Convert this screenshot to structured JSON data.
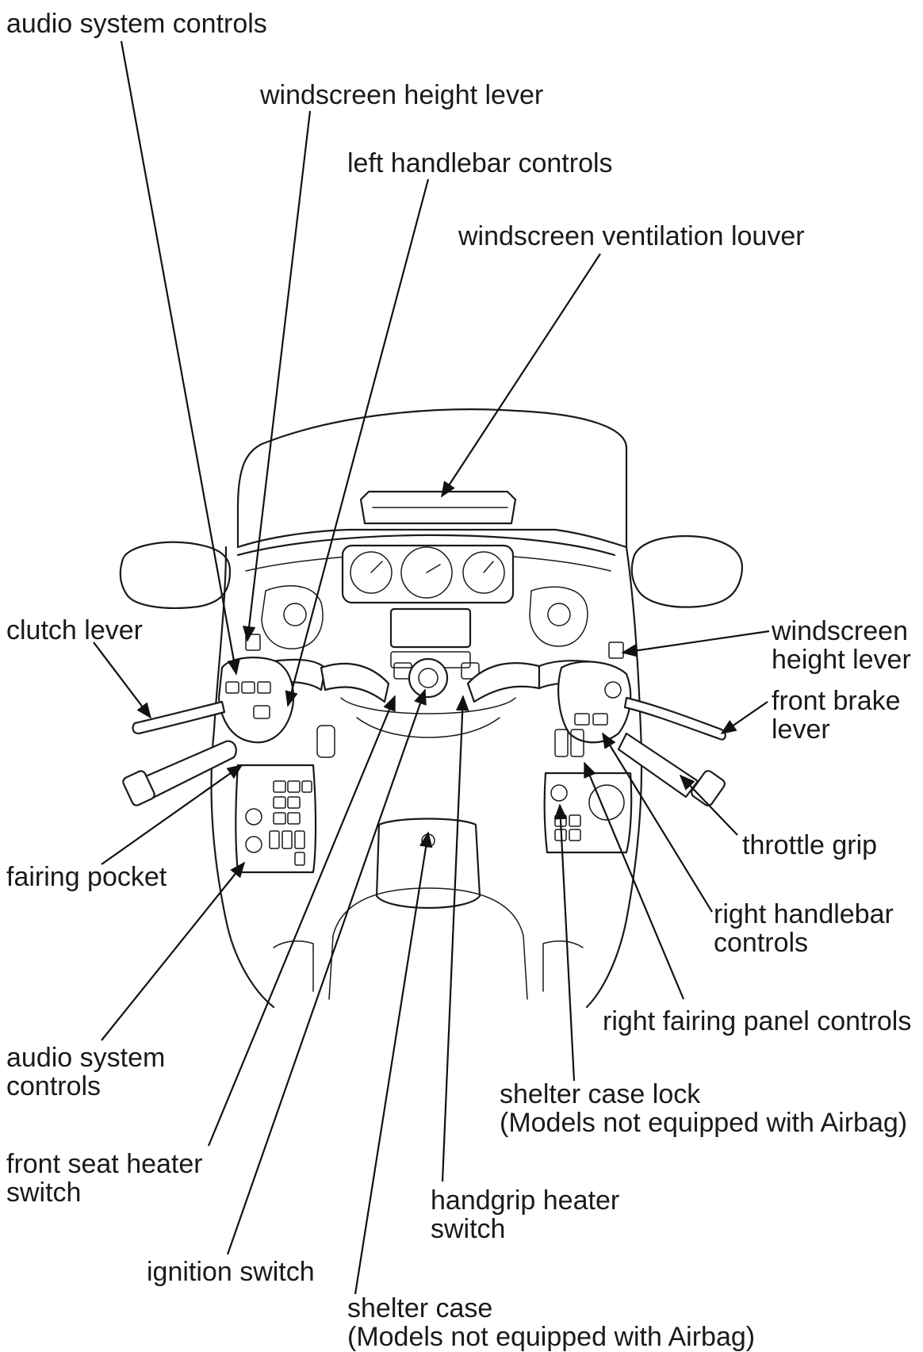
{
  "labels": {
    "audio_system_controls_top": "audio system controls",
    "windscreen_height_lever_top": "windscreen height lever",
    "left_handlebar_controls": "left handlebar controls",
    "windscreen_ventilation_louver": "windscreen ventilation louver",
    "clutch_lever": "clutch lever",
    "windscreen_height_lever_right": [
      "windscreen",
      "height lever"
    ],
    "front_brake_lever": [
      "front brake",
      "lever"
    ],
    "throttle_grip": "throttle grip",
    "fairing_pocket": "fairing pocket",
    "right_handlebar_controls": [
      "right handlebar",
      "controls"
    ],
    "right_fairing_panel_controls": "right fairing panel controls",
    "audio_system_controls_left": [
      "audio system",
      "controls"
    ],
    "shelter_case_lock": [
      "shelter case lock",
      "(Models not equipped with Airbag)"
    ],
    "front_seat_heater_switch": [
      "front seat heater",
      "switch"
    ],
    "handgrip_heater_switch": [
      "handgrip heater",
      "switch"
    ],
    "ignition_switch": "ignition switch",
    "shelter_case": [
      "shelter case",
      "(Models not equipped with Airbag)"
    ]
  },
  "colors": {
    "line": "#1a1a1a",
    "background": "#ffffff"
  }
}
